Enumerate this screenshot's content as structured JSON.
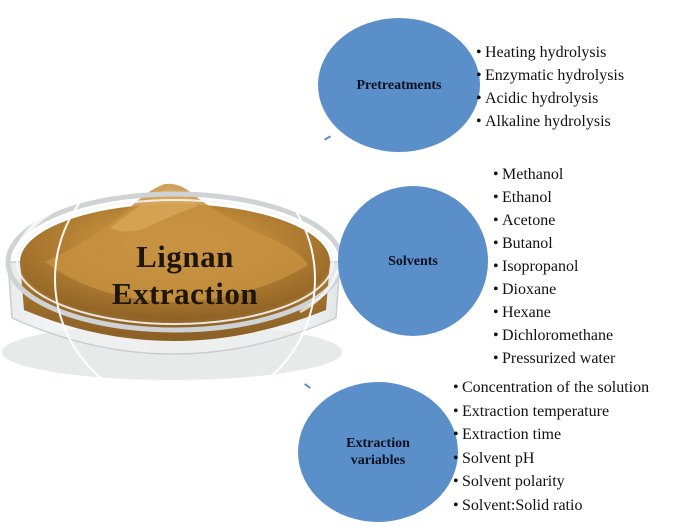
{
  "center": {
    "line1": "Lignan",
    "line2": "Extraction"
  },
  "categories": [
    {
      "label_lines": [
        "Pretreatments"
      ],
      "items": [
        "Heating hydrolysis",
        "Enzymatic hydrolysis",
        "Acidic hydrolysis",
        "Alkaline hydrolysis"
      ]
    },
    {
      "label_lines": [
        "Solvents"
      ],
      "items": [
        "Methanol",
        "Ethanol",
        "Acetone",
        "Butanol",
        "Isopropanol",
        "Dioxane",
        "Hexane",
        "Dichloromethane",
        "Pressurized water"
      ]
    },
    {
      "label_lines": [
        "Extraction",
        "variables"
      ],
      "items": [
        "Concentration of the solution",
        "Extraction temperature",
        "Extraction time",
        "Solvent pH",
        "Solvent polarity",
        "Solvent:Solid ratio"
      ]
    }
  ],
  "colors": {
    "circle": "#5b8fc9",
    "powder": "#b07d34",
    "powder_light": "#cf9a4a",
    "powder_dark": "#7a5420"
  },
  "icons": {
    "image": "powder-bowl-illustration"
  }
}
